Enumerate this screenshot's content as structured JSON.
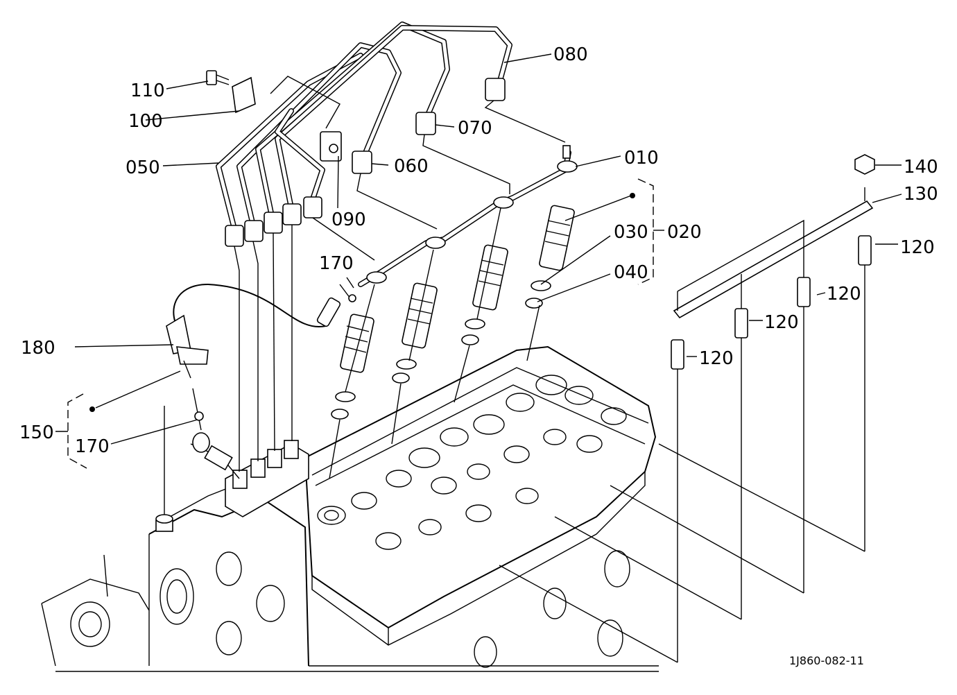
{
  "labels": {
    "p010": "010",
    "p020": "020",
    "p030": "030",
    "p040": "040",
    "p050": "050",
    "p060": "060",
    "p070": "070",
    "p080": "080",
    "p090": "090",
    "p100": "100",
    "p110": "110",
    "p120a": "120",
    "p120b": "120",
    "p120c": "120",
    "p120d": "120",
    "p130": "130",
    "p140": "140",
    "p150": "150",
    "p170a": "170",
    "p170b": "170",
    "p180": "180"
  },
  "figure_code": "1J860-082-11"
}
